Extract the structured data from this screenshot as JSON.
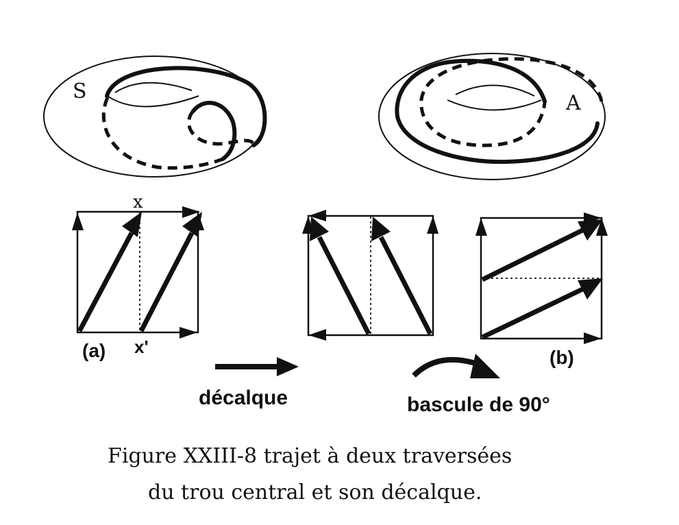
{
  "labels": {
    "torus_left_label": "S",
    "torus_right_label": "A",
    "point_top": "x",
    "point_bottom": "x'",
    "panel_a": "(a)",
    "panel_b": "(b)",
    "arrow_decalque": "décalque",
    "arrow_bascule": "bascule de 90°"
  },
  "caption": {
    "line1": "Figure XXIII-8 trajet à deux traversées",
    "line2": "du trou central et son décalque."
  }
}
